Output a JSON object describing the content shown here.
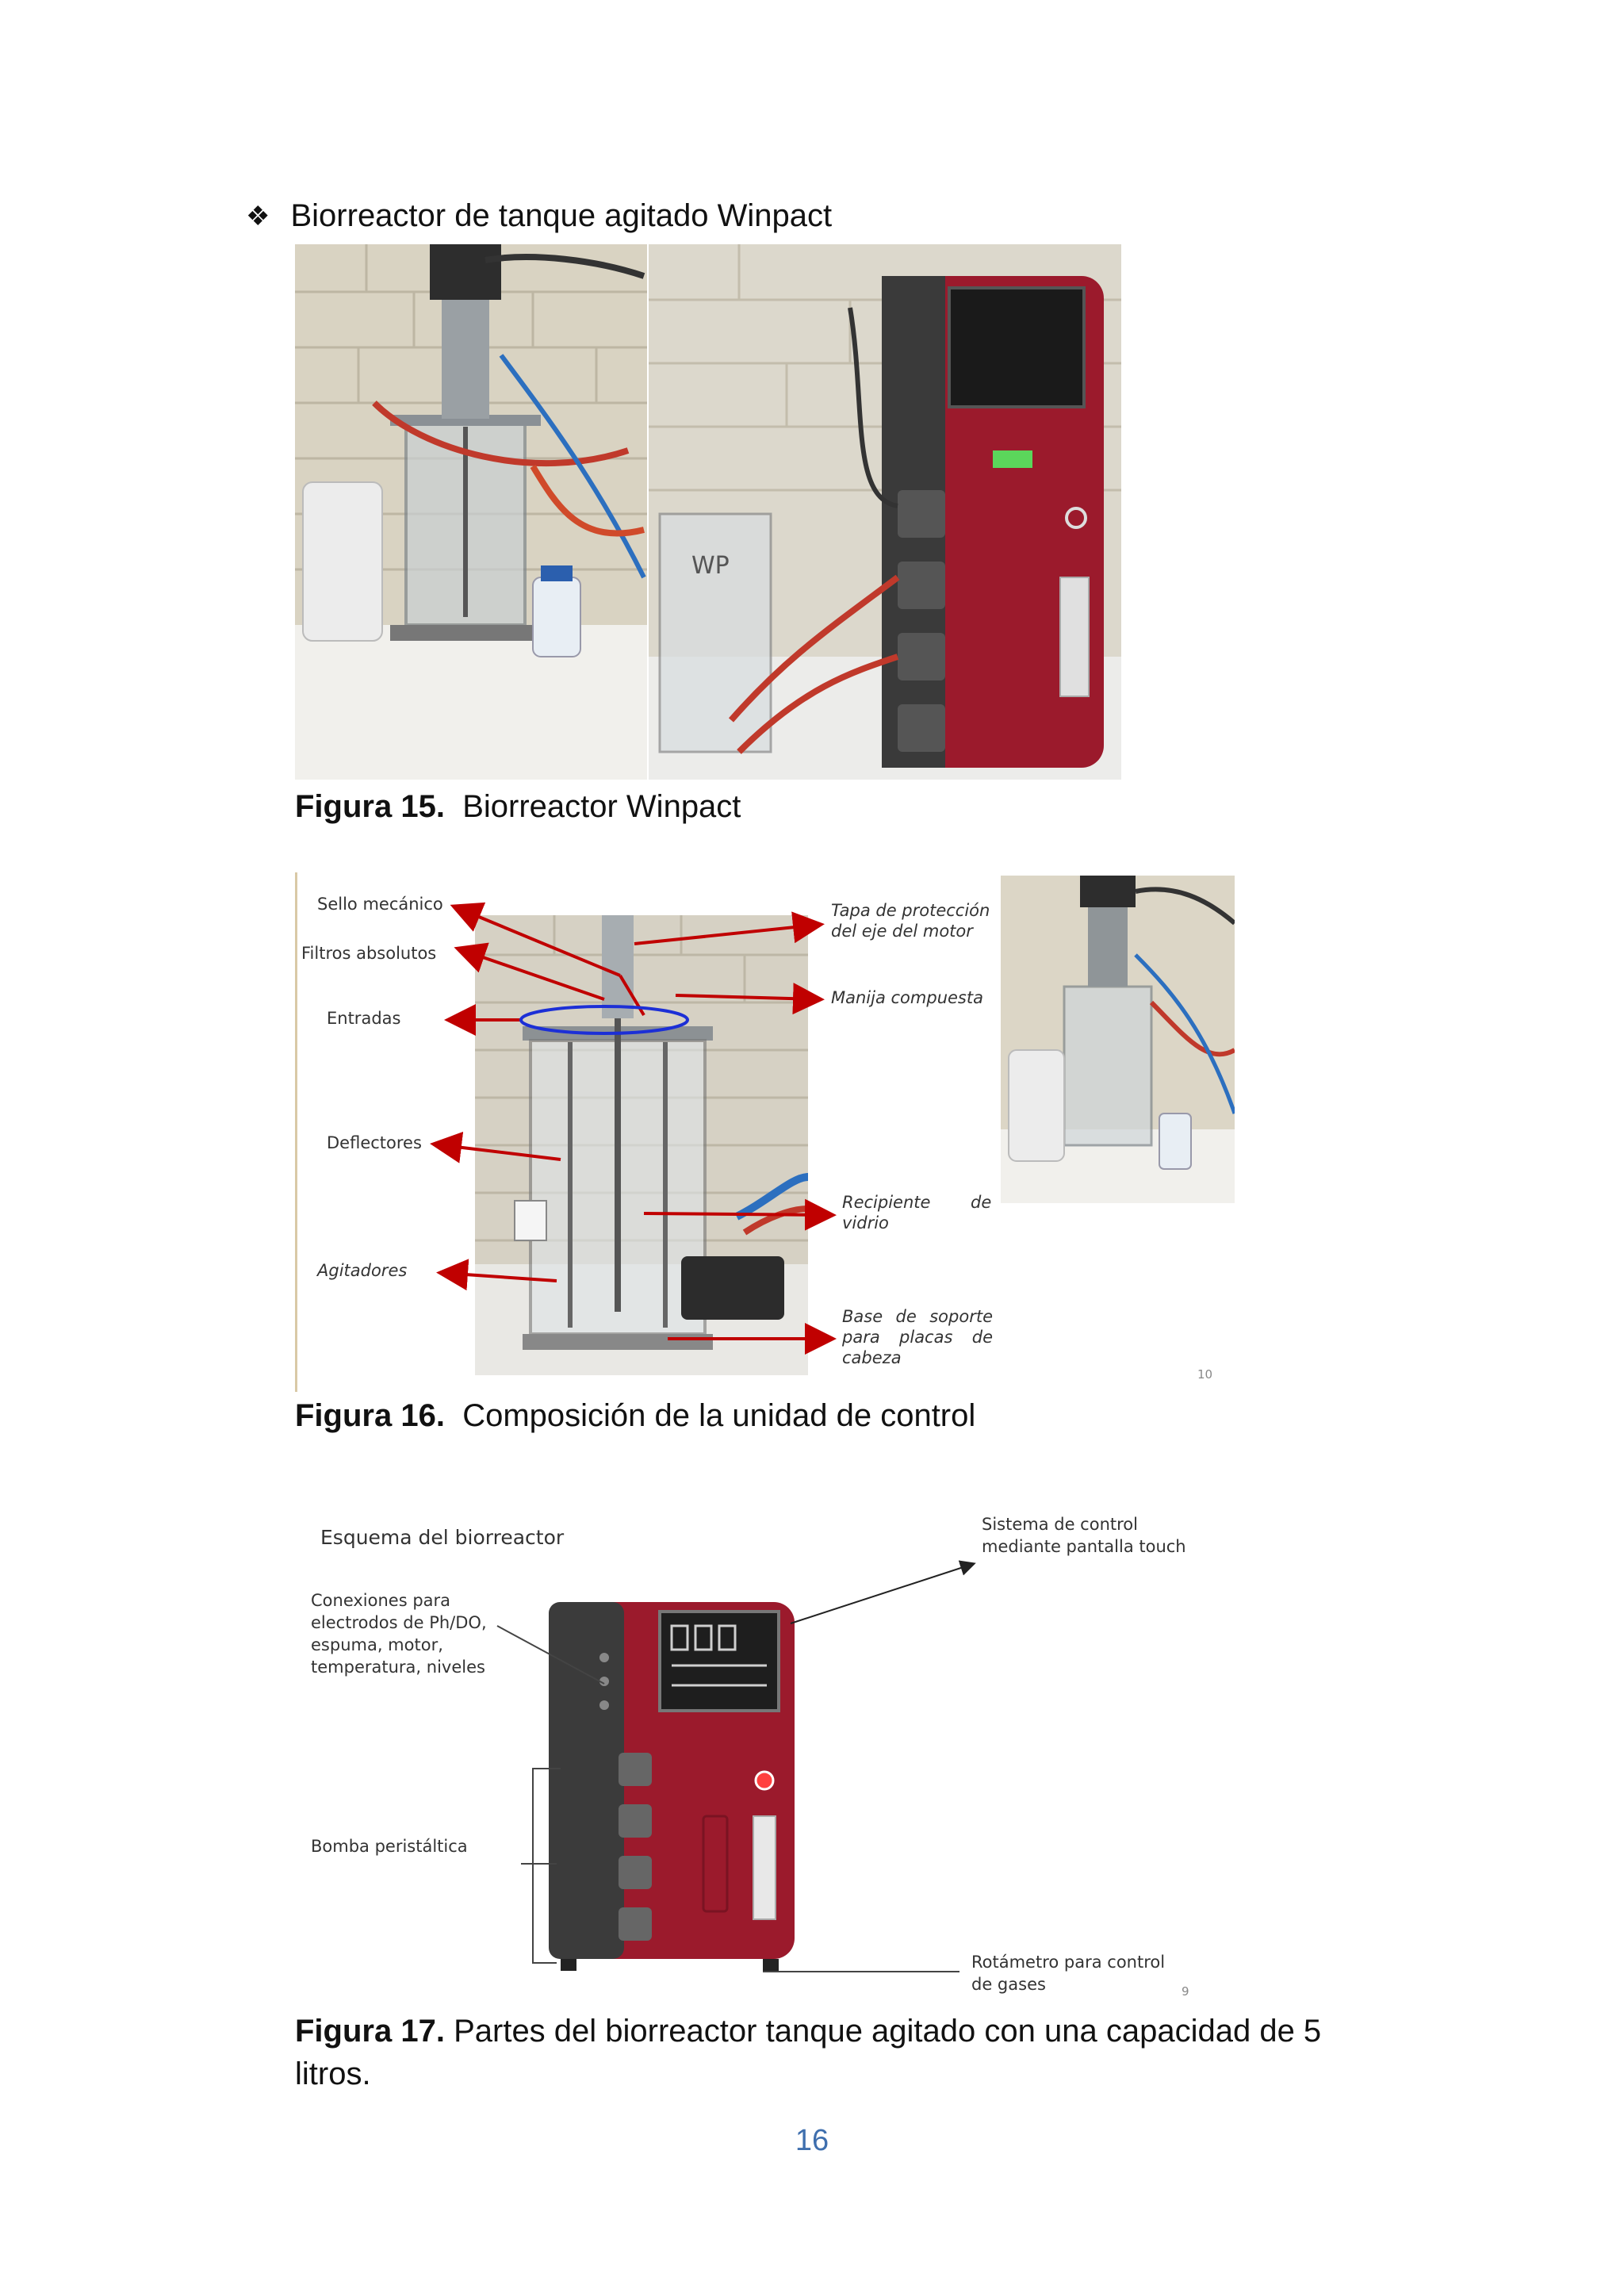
{
  "section": {
    "bullet_icon": "diamond-cluster-icon",
    "heading": "Biorreactor de tanque agitado Winpact"
  },
  "fig15": {
    "label": "Figura 15.",
    "text": "Biorreactor Winpact",
    "photo_badge": "WP"
  },
  "fig16": {
    "labels": {
      "sello": "Sello mecánico",
      "filtros": "Filtros absolutos",
      "entradas": "Entradas",
      "deflectores": "Deflectores",
      "agitadores": "Agitadores",
      "tapa_line1": "Tapa de protección",
      "tapa_line2": "del eje del motor",
      "manija": "Manija compuesta",
      "recipiente_line1": "Recipiente",
      "recipiente_de": "de",
      "recipiente_line2": "vidrio",
      "base_line1": "Base de soporte",
      "base_line2": "para placas de",
      "base_line3": "cabeza"
    },
    "ref_number": "10",
    "label": "Figura 16.",
    "text": "Composición de la unidad de control"
  },
  "fig17": {
    "labels": {
      "esquema": "Esquema del biorreactor",
      "conexiones_1": "Conexiones para",
      "conexiones_2": "electrodos de Ph/DO,",
      "conexiones_3": "espuma, motor,",
      "conexiones_4": "temperatura, niveles",
      "bomba": "Bomba peristáltica",
      "sistema_1": "Sistema de control",
      "sistema_2": "mediante pantalla touch",
      "rotametro_1": "Rotámetro para control",
      "rotametro_2": "de gases"
    },
    "ref_number": "9",
    "label": "Figura 17.",
    "text": "Partes del biorreactor tanque agitado con una capacidad de 5",
    "text_line2": "litros."
  },
  "page_number": "16",
  "colors": {
    "arrow_red": "#c00000",
    "ellipse_blue": "#1c2fd6",
    "unit_red": "#9b1a2c",
    "page_number_blue": "#3f6fae"
  }
}
